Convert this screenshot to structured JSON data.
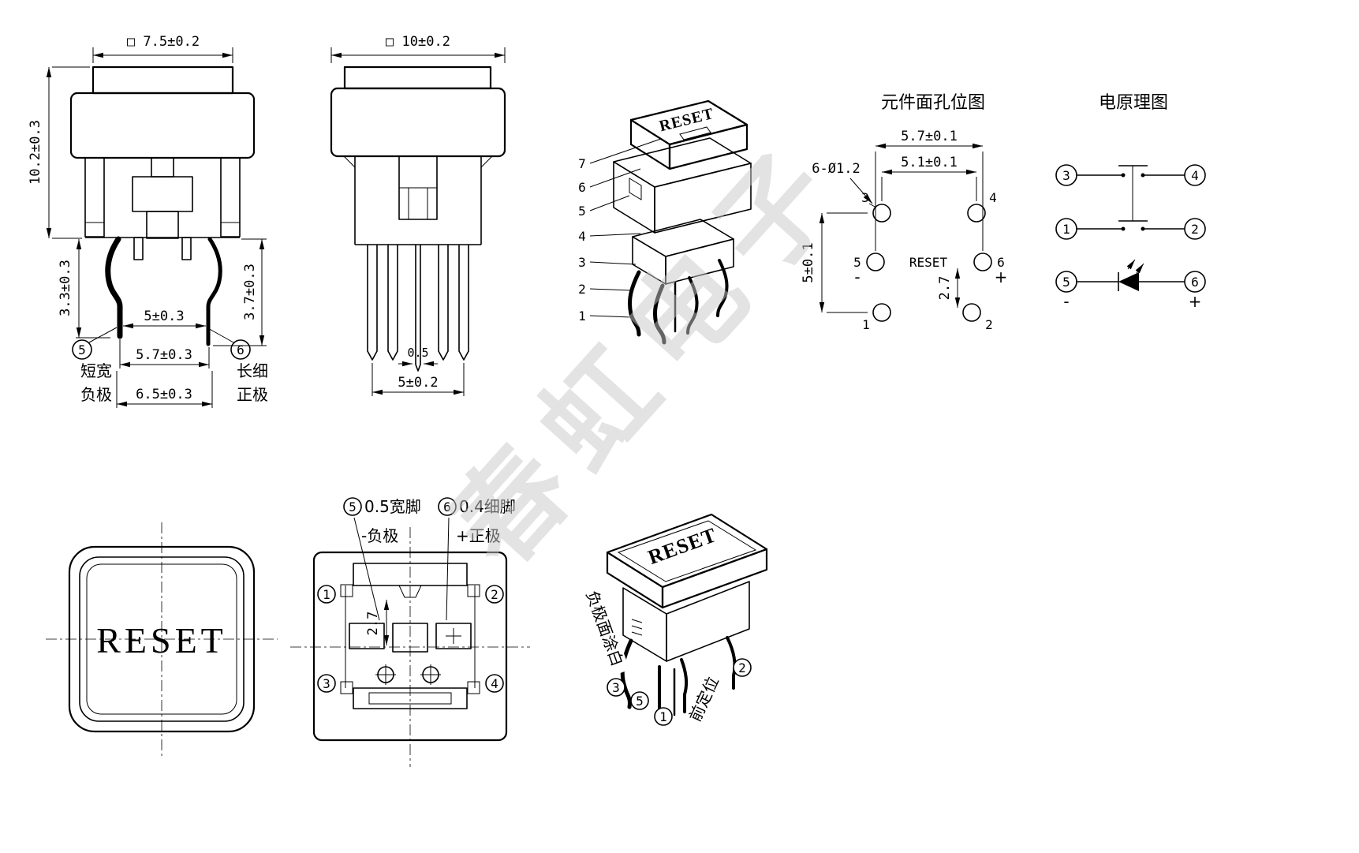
{
  "watermark": {
    "text": "春虹电子"
  },
  "front_view": {
    "dim_cap_width": "□ 7.5±0.2",
    "dim_height": "10.2±0.3",
    "dim_left_leg": "3.3±0.3",
    "dim_right_leg": "3.7±0.3",
    "dim_leg_span_inner": "5±0.3",
    "dim_leg_span_mid": "5.7±0.3",
    "dim_leg_span_outer": "6.5±0.3",
    "callout_5": "5",
    "callout_5_desc1": "短宽",
    "callout_5_desc2": "负极",
    "callout_6": "6",
    "callout_6_desc1": "长细",
    "callout_6_desc2": "正极"
  },
  "side_view": {
    "dim_cap_width": "□ 10±0.2",
    "dim_center_pin": "0.5",
    "dim_pin_span": "5±0.2"
  },
  "iso_top_view": {
    "cap_text": "RESET",
    "callouts": [
      "7",
      "6",
      "5",
      "4",
      "3",
      "2",
      "1"
    ]
  },
  "hole_layout": {
    "title": "元件面孔位图",
    "dim_outer_span": "5.7±0.1",
    "dim_inner_span": "5.1±0.1",
    "dim_hole_size": "6-Ø1.2",
    "dim_row_span": "5±0.1",
    "dim_offset": "2.7",
    "center_text": "RESET",
    "holes": [
      "3",
      "4",
      "5",
      "6",
      "1",
      "2"
    ],
    "minus": "-",
    "plus": "+"
  },
  "schematic": {
    "title": "电原理图",
    "pins": [
      "3",
      "4",
      "1",
      "2",
      "5",
      "6"
    ],
    "minus": "-",
    "plus": "+"
  },
  "cap_top_view": {
    "cap_text": "RESET"
  },
  "bottom_view": {
    "callout_5": "5",
    "label_5": "0.5宽脚",
    "polarity_5": "-负极",
    "callout_6": "6",
    "label_6": "0.4细脚",
    "polarity_6": "+正极",
    "dim_offset": "2.7",
    "corners": [
      "1",
      "2",
      "3",
      "4"
    ]
  },
  "iso_bottom_view": {
    "cap_text": "RESET",
    "label_paint": "负极面涂白",
    "label_front_pos": "前定位",
    "callouts": [
      "3",
      "5",
      "1",
      "2"
    ]
  }
}
